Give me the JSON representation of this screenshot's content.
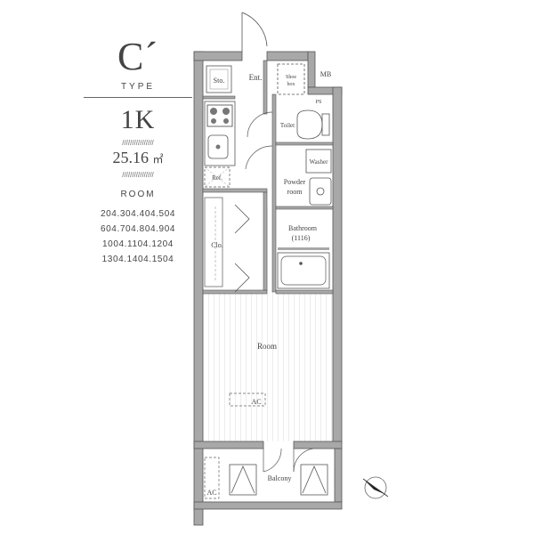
{
  "info": {
    "type_letter": "C´",
    "type_caption": "TYPE",
    "layout": "1K",
    "slashes": "////////////////",
    "area": "25.16",
    "area_unit": "㎡",
    "room_caption": "ROOM",
    "rooms": [
      "204.304.404.504",
      "604.704.804.904",
      "1004.1104.1204",
      "1304.1404.1504"
    ]
  },
  "plan": {
    "labels": {
      "sto": "Sto.",
      "ent": "Ent.",
      "shoe_box": [
        "Shoe",
        "box"
      ],
      "mb": "MB",
      "ps": "PS",
      "toilet": "Toilet",
      "washer": "Washer",
      "powder_room": [
        "Powder",
        "room"
      ],
      "ref": "Ref.",
      "clo": "Clo.",
      "bathroom": [
        "Bathroom",
        "(1116)"
      ],
      "room": "Room",
      "ac_room": "AC",
      "balcony": "Balcony",
      "ac_balcony": "AC"
    }
  }
}
